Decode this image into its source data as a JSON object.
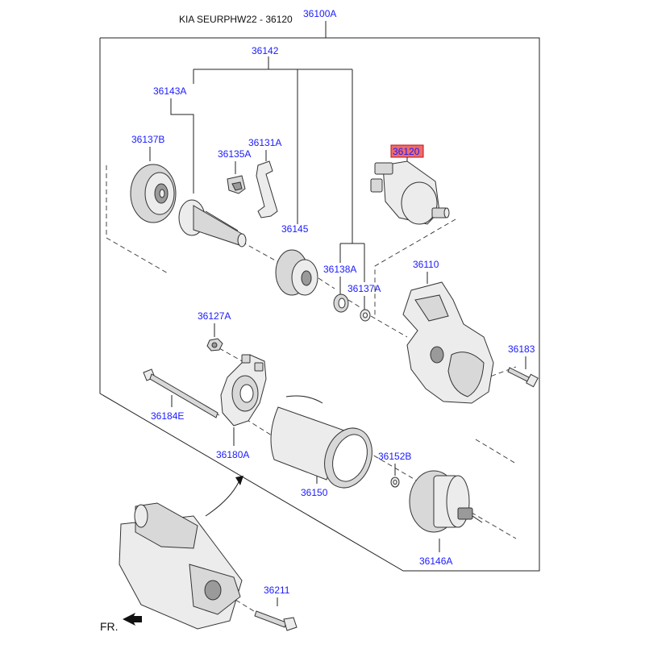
{
  "header": {
    "title": "KIA SEURPHW22 - 36120"
  },
  "labels": {
    "p36100A": "36100A",
    "p36142": "36142",
    "p36143A": "36143A",
    "p36137B": "36137B",
    "p36135A": "36135A",
    "p36131A": "36131A",
    "p36145": "36145",
    "p36138A": "36138A",
    "p36137A": "36137A",
    "p36120": "36120",
    "p36110": "36110",
    "p36127A": "36127A",
    "p36183": "36183",
    "p36184E": "36184E",
    "p36180A": "36180A",
    "p36150": "36150",
    "p36152B": "36152B",
    "p36146A": "36146A",
    "p36211": "36211"
  },
  "direction": {
    "label": "FR."
  },
  "highlight_color": "#e83a3a",
  "label_color": "#1a1aff"
}
